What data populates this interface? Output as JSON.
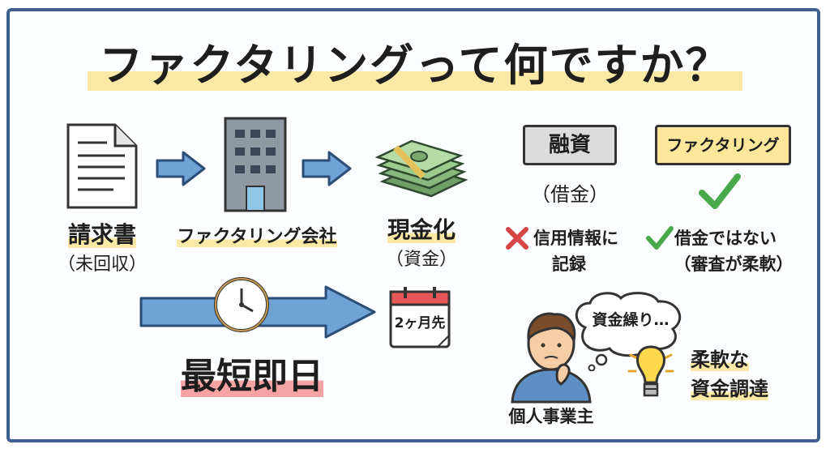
{
  "title": "ファクタリングって何ですか？",
  "flow": {
    "invoice_label": "請求書",
    "invoice_sub": "（未回収）",
    "company_label": "ファクタリング会社",
    "cash_label": "現金化",
    "cash_sub": "（資金）"
  },
  "speed": {
    "label": "最短即日",
    "calendar_text": "2ヶ月先"
  },
  "compare": {
    "loan_title": "融資",
    "loan_sub": "（借金）",
    "loan_point_1": "信用情報に",
    "loan_point_2": "記録",
    "factoring_title": "ファクタリング",
    "factoring_point_1": "借金ではない",
    "factoring_point_2": "（審査が柔軟）"
  },
  "person": {
    "thought": "資金繰り…",
    "label": "個人事業主",
    "idea_1": "柔軟な",
    "idea_2": "資金調達"
  },
  "colors": {
    "border": "#3f5f8f",
    "arrow": "#6fa3d6",
    "highlight_yellow": "#fde9a6",
    "highlight_red": "#f7a3a3",
    "check": "#49a84a",
    "cross": "#d64545"
  }
}
